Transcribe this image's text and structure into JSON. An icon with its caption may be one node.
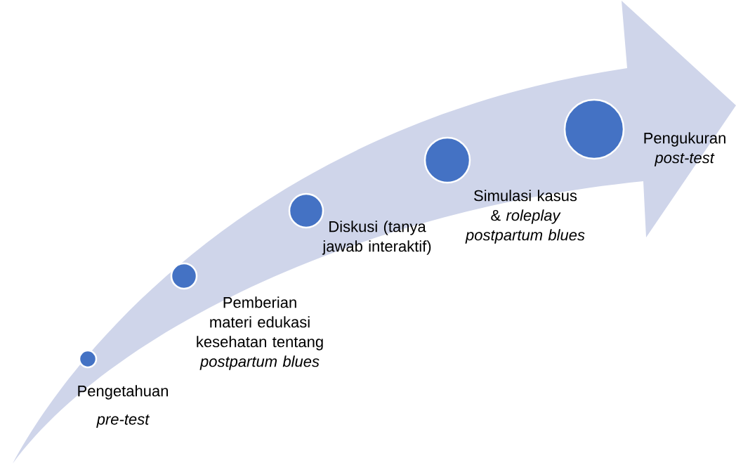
{
  "diagram": {
    "nodes": [
      {
        "text": [],
        "shape": "circle",
        "beside": [
          "Pengetahuan",
          "pre-test"
        ]
      },
      {
        "text": [],
        "shape": "circle",
        "beside": [
          "Pemberian materi edukasi kesehatan tentang *postpartum blues*"
        ]
      },
      {
        "text": [],
        "shape": "circle",
        "beside": [
          "Diskusi (tanya jawab interaktif)"
        ]
      },
      {
        "text": [],
        "shape": "circle",
        "beside": [
          "Simulasi kasus & *roleplay postpartum blues*"
        ]
      },
      {
        "text": [],
        "shape": "circle",
        "beside": [
          "Pengukuran *post-test*"
        ]
      }
    ]
  }
}
